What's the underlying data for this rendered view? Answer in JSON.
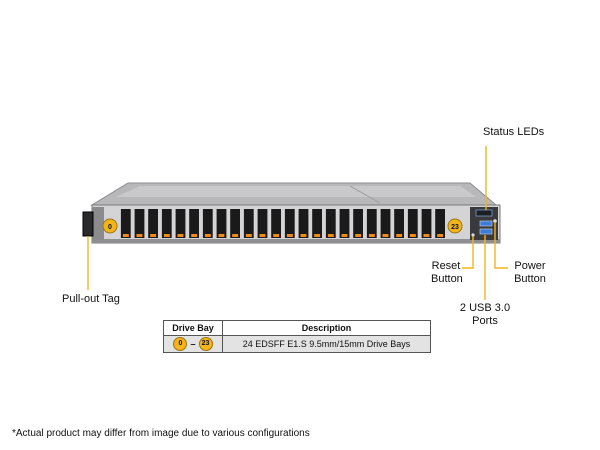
{
  "callouts": {
    "status_leds": "Status LEDs",
    "reset_button": [
      "Reset",
      "Button"
    ],
    "power_button": [
      "Power",
      "Button"
    ],
    "usb_ports": [
      "2 USB 3.0",
      "Ports"
    ],
    "pullout_tag": "Pull-out Tag"
  },
  "bays": {
    "first_label": "0",
    "last_label": "23",
    "count": 24
  },
  "table": {
    "headers": [
      "Drive Bay",
      "Description"
    ],
    "rows": [
      {
        "bay_start": "0",
        "bay_sep": "–",
        "bay_end": "23",
        "description": "24 EDSFF E1.S 9.5mm/15mm Drive Bays"
      }
    ]
  },
  "footnote": "*Actual product may differ from image due to various configurations",
  "colors": {
    "callout_line": "#f2b51d",
    "badge": "#f2b51d",
    "chassis_top": "#b4b4b6",
    "front_panel": "#cfcfd1",
    "drive": "#1a1a1a",
    "drive_latch": "#f28a1a",
    "table_row": "#e3e3e3"
  }
}
